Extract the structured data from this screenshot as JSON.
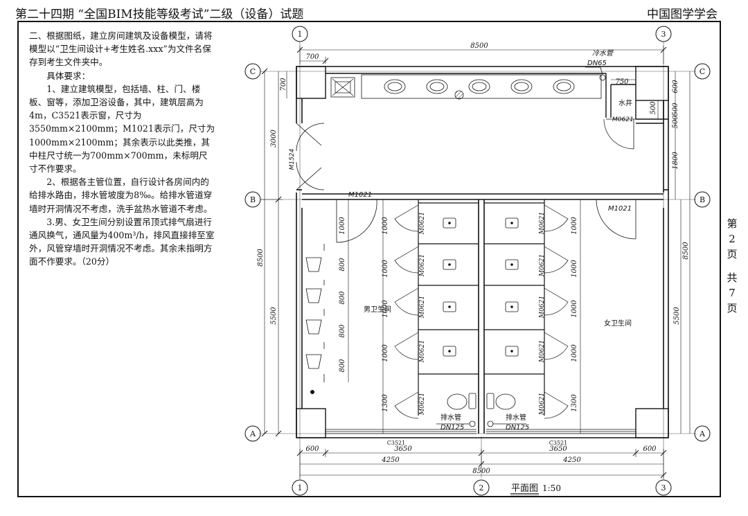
{
  "header": {
    "title": "第二十四期 “全国BIM技能等级考试”二级（设备）试题",
    "org": "中国图学学会"
  },
  "task": {
    "p1": "二、根据图纸，建立房间建筑及设备模型，请将模型以“卫生间设计+考生姓名.xxx”为文件名保存到考生文件夹中。",
    "p2": "具体要求：",
    "p3": "1、建立建筑模型，包括墙、柱、门、楼板、窗等，添加卫浴设备，其中，建筑层高为4m，C3521表示窗，尺寸为3550mm×2100mm；M1021表示门，尺寸为1000mm×2100mm；其余表示以此类推，其中柱尺寸统一为700mm×700mm，未标明尺寸不作要求。",
    "p4": "2、根据各主管位置，自行设计各房间内的给排水路由，排水管坡度为8‰。给排水管道穿墙时开洞情况不考虑，洗手盆热水管道不考虑。",
    "p5": "3.男、女卫生间分别设置吊顶式排气扇进行通风换气，通风量为400m³/h，排风直接排至室外，风管穿墙时开洞情况不考虑。其余未指明方面不作要求。（20分）"
  },
  "page_number": {
    "di": "第",
    "page": "2",
    "ye": "页",
    "gong": "共",
    "total": "7",
    "ye2": "页"
  },
  "drawing": {
    "axes": {
      "c": "C",
      "b": "B",
      "a": "A",
      "n1": "1",
      "n2": "2",
      "n3": "3"
    },
    "dims": {
      "top_total": "8500",
      "top_700": "700",
      "left_700": "700",
      "left_3000": "3000",
      "left_8500": "8500",
      "left_5500": "5500",
      "right_600": "600",
      "right_500a": "500",
      "right_500b": "500",
      "right_1800": "1800",
      "right_8500": "8500",
      "right_5500": "5500",
      "shaft_750": "750",
      "shaft_500": "500",
      "bot_600a": "600",
      "bot_3650a": "3650",
      "bot_3650b": "3650",
      "bot_600b": "600",
      "bot_4250a": "4250",
      "bot_4250b": "4250",
      "bot_8500": "8500",
      "ml_1000a": "1000",
      "ml_800a": "800",
      "ml_800b": "800",
      "ml_800c": "800",
      "ml_800d": "800",
      "st_1000a": "1000",
      "st_1000b": "1000",
      "st_1000c": "1000",
      "st_1000d": "1000",
      "st_1300a": "1300",
      "fr_1000a": "1000",
      "fr_1000b": "1000",
      "fr_1000c": "1000",
      "fr_1000d": "1000",
      "fr_1300": "1300"
    },
    "labels": {
      "cold_pipe": "冷水管",
      "cold_dn": "DN65",
      "shaft": "水井",
      "shaft_door": "M0621",
      "entry_door": "M1524",
      "men_door": "M1021",
      "women_door": "M1021",
      "stall_door": "M0621",
      "men_room": "男卫生间",
      "women_room": "女卫生间",
      "drain_pipe": "排水管",
      "drain_dn": "DN125",
      "window": "C3521",
      "plan_title": "平面图",
      "scale": "1:50"
    }
  }
}
